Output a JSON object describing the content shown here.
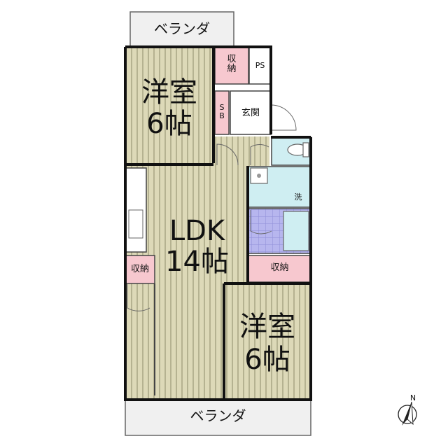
{
  "rooms": {
    "western_top": {
      "name": "洋室",
      "size": "6帖"
    },
    "western_bottom": {
      "name": "洋室",
      "size": "6帖"
    },
    "ldk": {
      "name": "LDK",
      "size": "14帖"
    }
  },
  "labels": {
    "veranda_top": "ベランダ",
    "veranda_bottom": "ベランダ",
    "storage_top": "収\n納",
    "storage_left": "収納",
    "storage_right": "収納",
    "ps": "PS",
    "sb": "S\nB",
    "entrance": "玄関",
    "washer": "洗"
  },
  "compass": {
    "north": "N"
  },
  "colors": {
    "floor_wood": "#ddd9b8",
    "floor_grain": "#8d8a6a",
    "storage": "#f7c8cf",
    "wet_area": "#cfeef2",
    "bath_tile": "#b7b6ee",
    "veranda": "#f0f0f0",
    "wall": "#111111"
  }
}
